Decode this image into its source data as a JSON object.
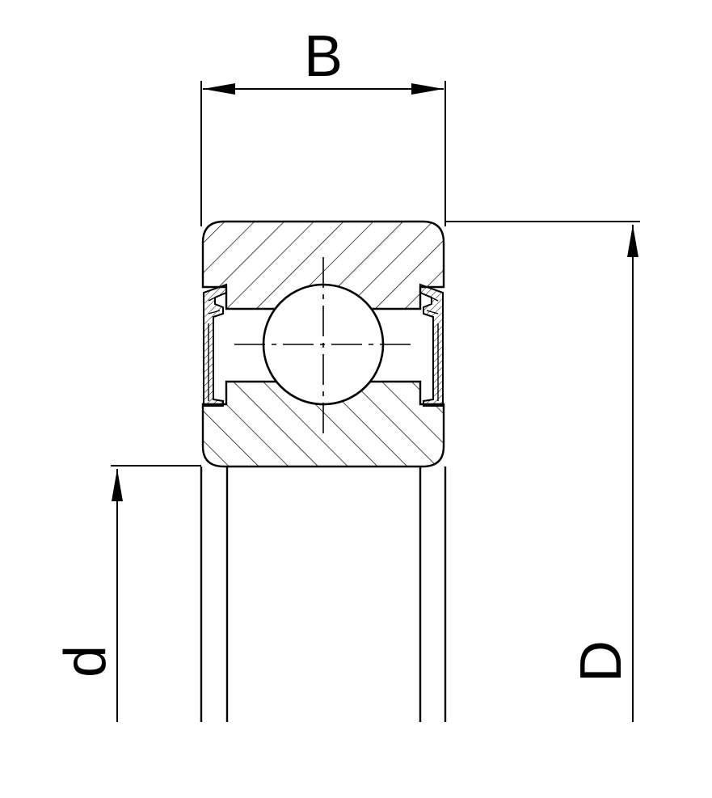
{
  "labels": {
    "width": "B",
    "outer_diameter": "D",
    "inner_diameter": "d"
  },
  "colors": {
    "line": "#000000",
    "background": "#ffffff"
  }
}
